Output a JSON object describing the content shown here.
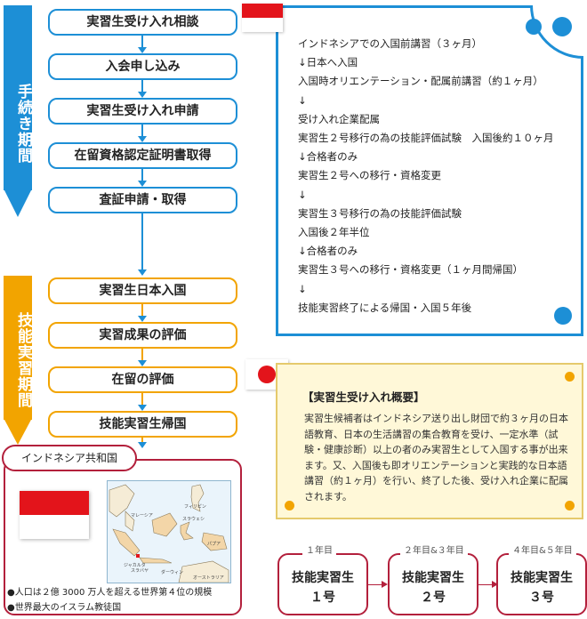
{
  "side_labels": {
    "procedure_period": "手続き期間",
    "training_period": "技能実習期間"
  },
  "steps": [
    "実習生受け入れ相談",
    "入会申し込み",
    "実習生受け入れ申請",
    "在留資格認定証明書取得",
    "査証申請・取得",
    "実習生日本入国",
    "実習成果の評価",
    "在留の評価",
    "技能実習生帰国"
  ],
  "info_panel": {
    "lines": [
      "インドネシアでの入国前講習（３ヶ月）",
      "↓日本へ入国",
      "入国時オリエンテーション・配属前講習（約１ヶ月）",
      "↓",
      "受け入れ企業配属",
      "実習生２号移行の為の技能評価試験　入国後約１０ヶ月",
      "↓合格者のみ",
      "実習生２号への移行・資格変更",
      "↓",
      "実習生３号移行の為の技能評価試験",
      "入国後２年半位",
      "↓合格者のみ",
      "実習生３号への移行・資格変更（１ヶ月間帰国）",
      "↓",
      "技能実習終了による帰国・入国５年後"
    ]
  },
  "overview": {
    "title": "【実習生受け入れ概要】",
    "body": "実習生候補者はインドネシア送り出し財団で約３ヶ月の日本語教育、日本の生活講習の集合教育を受け、一定水準（試験・健康診断）以上の者のみ実習生として入国する事が出来ます。又、入国後も即オリエンテーションと実践的な日本語講習（約１ヶ月）を行い、終了した後、受け入れ企業に配属されます。"
  },
  "indonesia": {
    "tab_label": "インドネシア共和国",
    "facts": [
      "●人口は２億 3000 万人を超える世界第４位の規模",
      "●世界最大のイスラム教徒国"
    ],
    "map_labels": [
      "フィリピン",
      "マレーシア",
      "ジャカルタ",
      "スラバヤ",
      "ダーウィン",
      "オーストラリア",
      "パプア",
      "スラウェシ"
    ]
  },
  "stages": [
    {
      "year": "１年目",
      "title": "技能実習生",
      "num": "１号"
    },
    {
      "year": "２年目&３年目",
      "title": "技能実習生",
      "num": "２号"
    },
    {
      "year": "４年目&５年目",
      "title": "技能実習生",
      "num": "３号"
    }
  ],
  "colors": {
    "blue": "#1d8fd6",
    "orange": "#f2a400",
    "red": "#e3141b",
    "maroon": "#b3203c",
    "cream": "#fff8d8"
  }
}
